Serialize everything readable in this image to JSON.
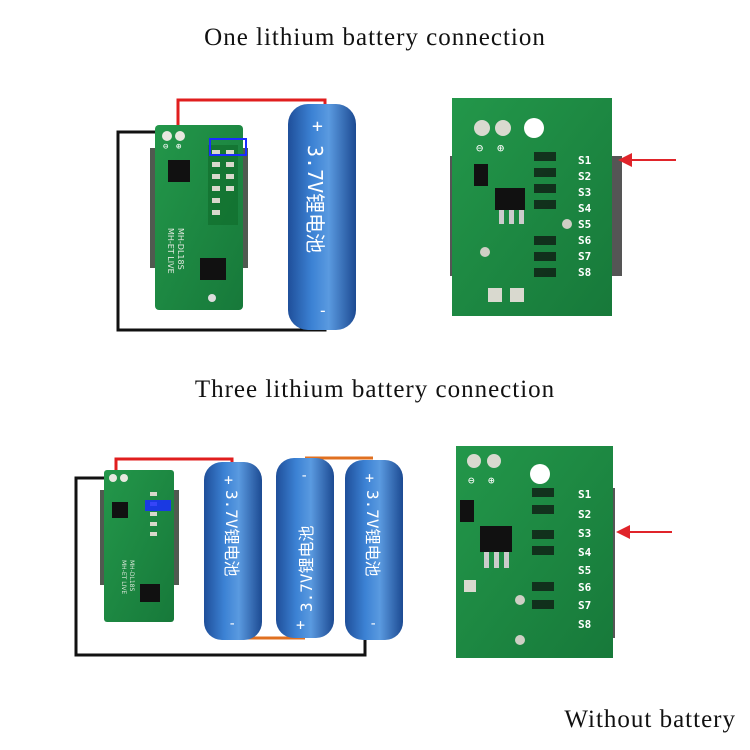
{
  "headings": {
    "one_battery": "One lithium battery connection",
    "three_battery": "Three lithium battery connection",
    "without_battery": "Without battery"
  },
  "battery": {
    "label": "3.7V锂电池",
    "plus": "+",
    "minus": "-"
  },
  "module": {
    "model_line1": "MH-DL18S",
    "model_line2": "MH-ET LIVE",
    "pad_minus": "⊖",
    "pad_plus": "⊕"
  },
  "pins": [
    "S1",
    "S2",
    "S3",
    "S4",
    "S5",
    "S6",
    "S7",
    "S8"
  ],
  "colors": {
    "pcb": "#1f8a3a",
    "battery": "#2f6fc0",
    "wire_red": "#e01e1e",
    "wire_black": "#111111",
    "arrow": "#e0242a",
    "highlight": "#1a2cff"
  }
}
